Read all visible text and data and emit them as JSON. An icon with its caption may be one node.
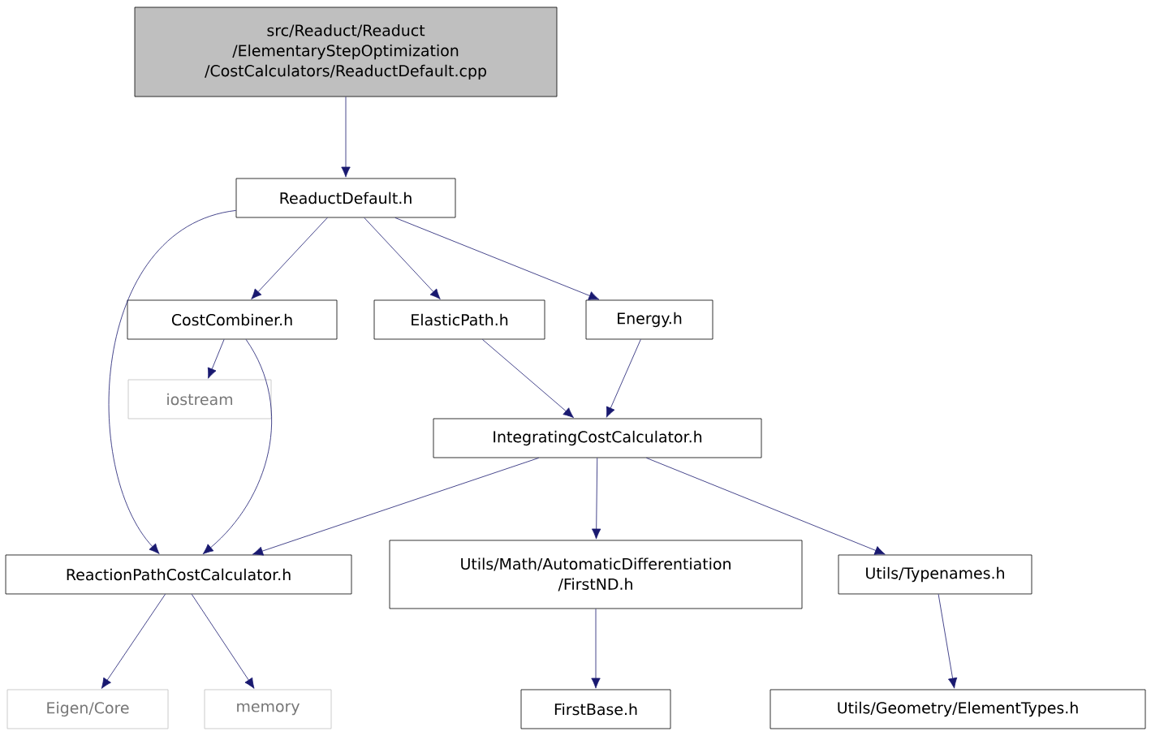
{
  "diagram": {
    "nodes": [
      {
        "text": [
          "src/Readuct/Readuct /ElementaryStepOptimization /CostCalculators/ReaductDefault.cpp"
        ]
      },
      {
        "text": [
          "ReaductDefault.h"
        ]
      },
      {
        "text": [
          "CostCombiner.h"
        ]
      },
      {
        "text": [
          "ElasticPath.h"
        ]
      },
      {
        "text": [
          "Energy.h"
        ]
      },
      {
        "text": [
          "iostream"
        ]
      },
      {
        "text": [
          "IntegratingCostCalculator.h"
        ]
      },
      {
        "text": [
          "ReactionPathCostCalculator.h"
        ]
      },
      {
        "text": [
          "Utils/Math/AutomaticDifferentiation /FirstND.h"
        ]
      },
      {
        "text": [
          "Utils/Typenames.h"
        ]
      },
      {
        "text": [
          "Eigen/Core"
        ]
      },
      {
        "text": [
          "memory"
        ]
      },
      {
        "text": [
          "FirstBase.h"
        ]
      },
      {
        "text": [
          "Utils/Geometry/ElementTypes.h"
        ]
      }
    ],
    "edges": [
      {
        "from": 0,
        "to": 1,
        "arrow": "to"
      },
      {
        "from": 1,
        "to": 7,
        "arrow": "to"
      },
      {
        "from": 1,
        "to": 2,
        "arrow": "to"
      },
      {
        "from": 1,
        "to": 3,
        "arrow": "to"
      },
      {
        "from": 1,
        "to": 4,
        "arrow": "to"
      },
      {
        "from": 2,
        "to": 5,
        "arrow": "to"
      },
      {
        "from": 2,
        "to": 7,
        "arrow": "to"
      },
      {
        "from": 3,
        "to": 6,
        "arrow": "to"
      },
      {
        "from": 4,
        "to": 6,
        "arrow": "to"
      },
      {
        "from": 6,
        "to": 7,
        "arrow": "to"
      },
      {
        "from": 6,
        "to": 8,
        "arrow": "to"
      },
      {
        "from": 6,
        "to": 9,
        "arrow": "to"
      },
      {
        "from": 7,
        "to": 10,
        "arrow": "to"
      },
      {
        "from": 7,
        "to": 11,
        "arrow": "to"
      },
      {
        "from": 8,
        "to": 12,
        "arrow": "to"
      },
      {
        "from": 9,
        "to": 13,
        "arrow": "to"
      }
    ]
  }
}
